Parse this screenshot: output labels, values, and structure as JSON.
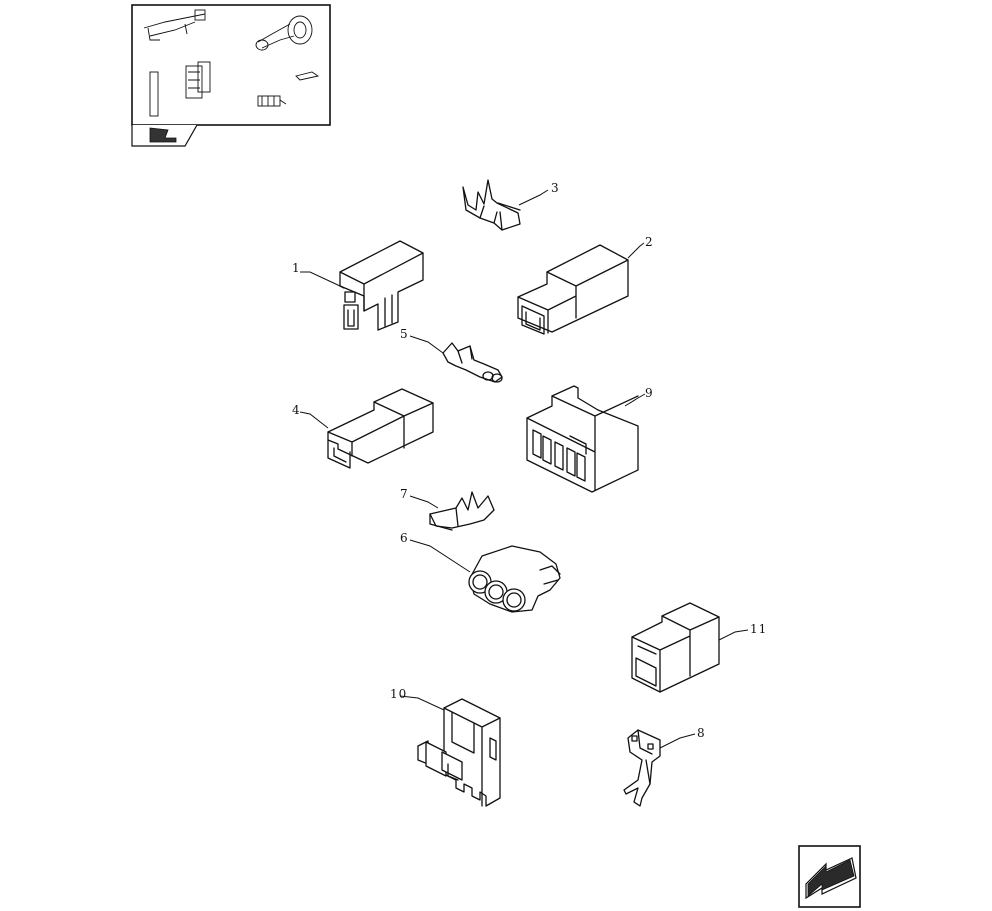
{
  "callouts": {
    "c1": "1",
    "c2": "2",
    "c3": "3",
    "c4": "4",
    "c5": "5",
    "c6": "6",
    "c7": "7",
    "c8": "8",
    "c9": "9",
    "c10": "10",
    "c11": "11"
  },
  "icons": {
    "thumbnail": "connector-group-thumbnail",
    "thumbnail_tab": "previous-page-arrow-icon",
    "next_page": "next-page-arrow-icon"
  }
}
